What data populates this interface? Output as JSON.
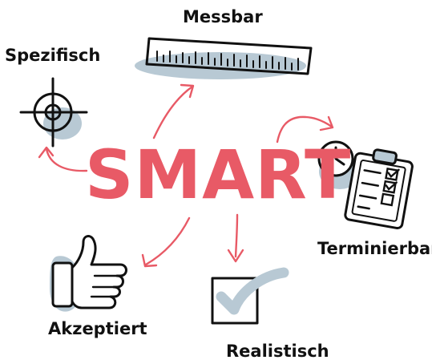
{
  "center": {
    "word": "SMART"
  },
  "labels": {
    "specific": "Spezifisch",
    "measurable": "Messbar",
    "time_bound": "Terminierbar",
    "accepted": "Akzeptiert",
    "realistic": "Realistisch"
  },
  "icons": {
    "specific": "crosshair-icon",
    "measurable": "ruler-icon",
    "time_bound": "clock-clipboard-icon",
    "accepted": "thumbs-up-icon",
    "realistic": "checkbox-check-icon"
  },
  "colors": {
    "accent": "#e85a66",
    "ink": "#111111",
    "shadow": "#b8c9d4"
  }
}
